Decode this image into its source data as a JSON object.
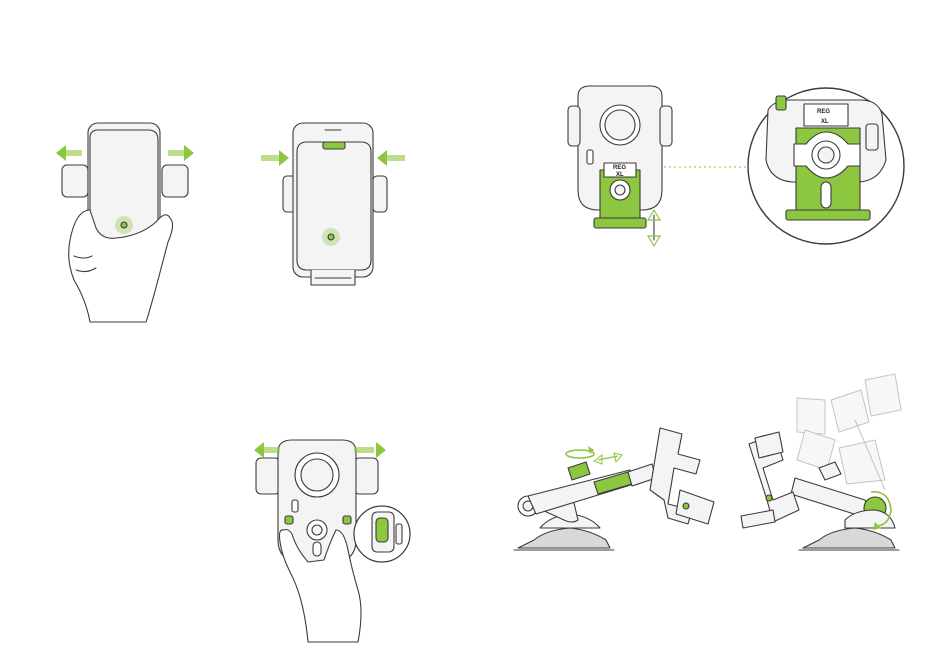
{
  "colors": {
    "accent": "#8dc63f",
    "line": "#3b3b3b",
    "fill": "#f4f4f4",
    "ghost": "#c4c4c4"
  },
  "panels": [
    {
      "name": "step-release-phone",
      "arrows": "outward"
    },
    {
      "name": "step-clamp-phone",
      "arrows": "inward"
    },
    {
      "name": "step-adjust-bottom-foot"
    },
    {
      "name": "step-release-arms",
      "arrows": "outward"
    },
    {
      "name": "step-extend-arm",
      "arrows": "horizontal"
    },
    {
      "name": "step-tilt-arm"
    }
  ],
  "foot_labels": {
    "top": "REG",
    "bottom": "XL"
  },
  "zoom_labels": {
    "top": "REG",
    "bottom": "XL"
  }
}
